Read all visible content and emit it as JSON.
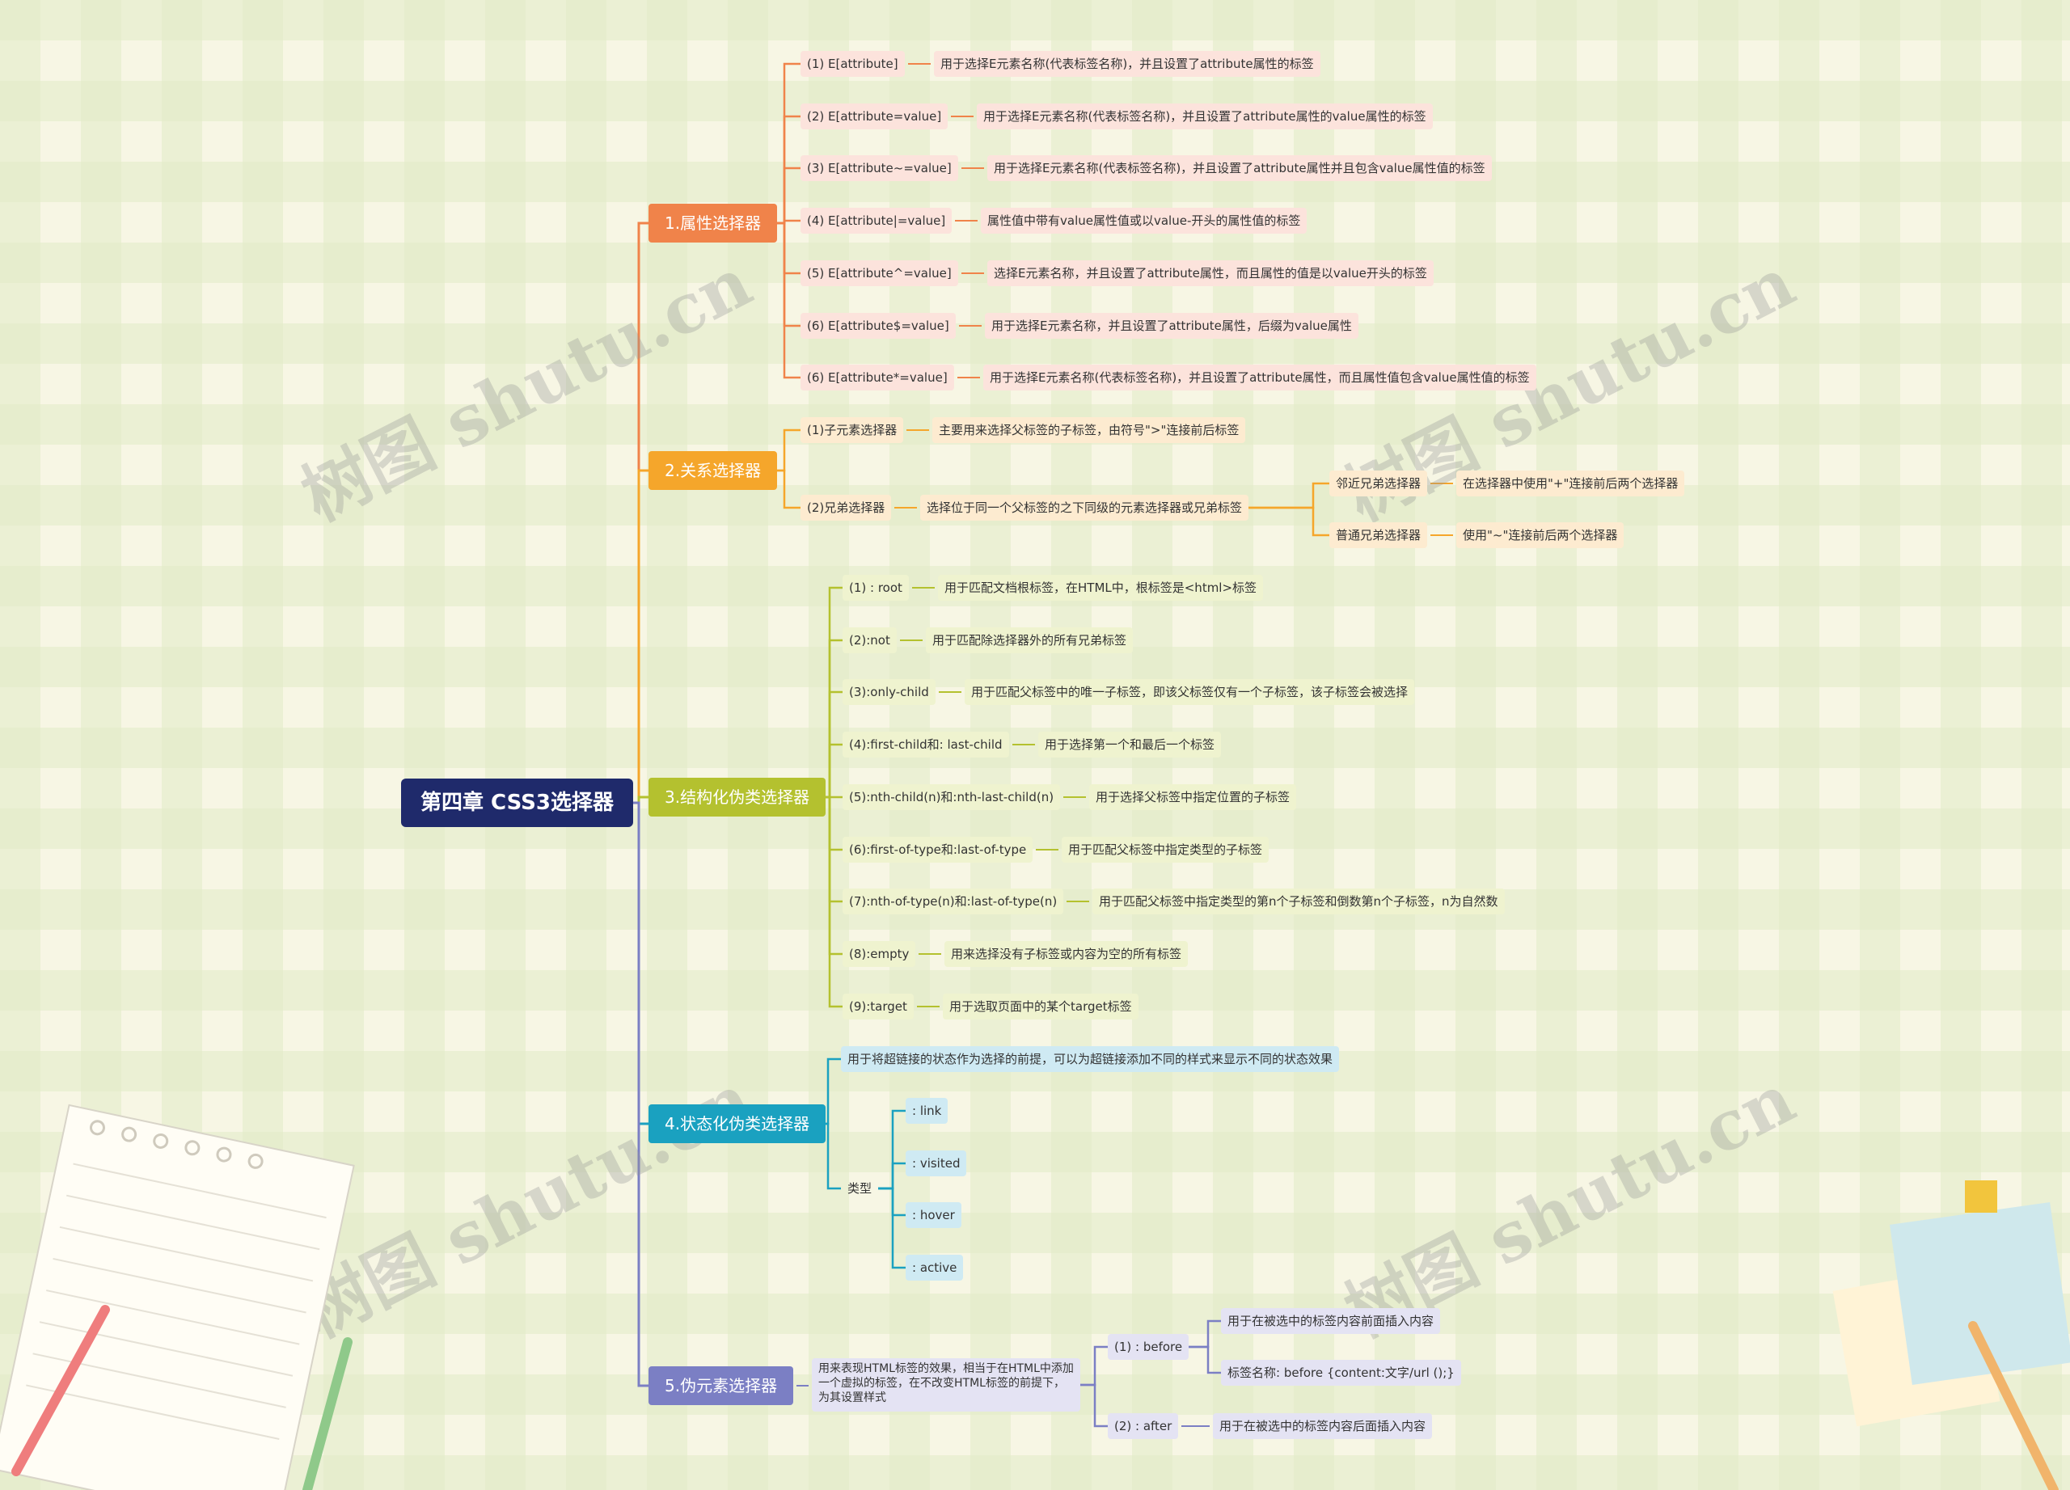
{
  "root": "第四章 CSS3选择器",
  "watermark": "树图 shutu.cn",
  "categories": [
    {
      "label": "1.属性选择器",
      "color": "#f0834a"
    },
    {
      "label": "2.关系选择器",
      "color": "#f5a62b"
    },
    {
      "label": "3.结构化伪类选择器",
      "color": "#b4c12f"
    },
    {
      "label": "4.状态化伪类选择器",
      "color": "#1aa1c0"
    },
    {
      "label": "5.伪元素选择器",
      "color": "#7b7fc4"
    }
  ],
  "attr": [
    {
      "k": "(1) E[attribute]",
      "v": "用于选择E元素名称(代表标签名称)，并且设置了attribute属性的标签"
    },
    {
      "k": "(2) E[attribute=value]",
      "v": "用于选择E元素名称(代表标签名称)，并且设置了attribute属性的value属性的标签"
    },
    {
      "k": "(3) E[attribute~=value]",
      "v": "用于选择E元素名称(代表标签名称)，并且设置了attribute属性并且包含value属性值的标签"
    },
    {
      "k": "(4) E[attribute|=value]",
      "v": "属性值中带有value属性值或以value-开头的属性值的标签"
    },
    {
      "k": "(5) E[attribute^=value]",
      "v": "选择E元素名称，并且设置了attribute属性，而且属性的值是以value开头的标签"
    },
    {
      "k": "(6) E[attribute$=value]",
      "v": "用于选择E元素名称，并且设置了attribute属性，后缀为value属性"
    },
    {
      "k": "(6) E[attribute*=value]",
      "v": "用于选择E元素名称(代表标签名称)，并且设置了attribute属性，而且属性值包含value属性值的标签"
    }
  ],
  "rel": {
    "child": {
      "k": "(1)子元素选择器",
      "v": "主要用来选择父标签的子标签，由符号\">\"连接前后标签"
    },
    "sibling": {
      "k": "(2)兄弟选择器",
      "v": "选择位于同一个父标签的之下同级的元素选择器或兄弟标签"
    },
    "sub": [
      {
        "k": "邻近兄弟选择器",
        "v": "在选择器中使用\"+\"连接前后两个选择器"
      },
      {
        "k": "普通兄弟选择器",
        "v": "使用\"~\"连接前后两个选择器"
      }
    ]
  },
  "struct": [
    {
      "k": "(1) : root",
      "v": "用于匹配文档根标签，在HTML中，根标签是<html>标签"
    },
    {
      "k": "(2):not",
      "v": "用于匹配除选择器外的所有兄弟标签"
    },
    {
      "k": "(3):only-child",
      "v": "用于匹配父标签中的唯一子标签，即该父标签仅有一个子标签，该子标签会被选择"
    },
    {
      "k": "(4):first-child和: last-child",
      "v": "用于选择第一个和最后一个标签"
    },
    {
      "k": "(5):nth-child(n)和:nth-last-child(n)",
      "v": "用于选择父标签中指定位置的子标签"
    },
    {
      "k": "(6):first-of-type和:last-of-type",
      "v": "用于匹配父标签中指定类型的子标签"
    },
    {
      "k": "(7):nth-of-type(n)和:last-of-type(n)",
      "v": "用于匹配父标签中指定类型的第n个子标签和倒数第n个子标签，n为自然数"
    },
    {
      "k": "(8):empty",
      "v": "用来选择没有子标签或内容为空的所有标签"
    },
    {
      "k": "(9):target",
      "v": "用于选取页面中的某个target标签"
    }
  ],
  "state": {
    "desc": "用于将超链接的状态作为选择的前提，可以为超链接添加不同的样式来显示不同的状态效果",
    "types_label": "类型",
    "types": [
      ": link",
      ": visited",
      ": hover",
      ": active"
    ]
  },
  "pseudo": {
    "desc": "用来表现HTML标签的效果，相当于在HTML中添加一个虚拟的标签，在不改变HTML标签的前提下，为其设置样式",
    "before": {
      "k": "(1) : before",
      "v1": "用于在被选中的标签内容前面插入内容",
      "v2": "标签名称: before {content:文字/url ();}"
    },
    "after": {
      "k": "(2) : after",
      "v": "用于在被选中的标签内容后面插入内容"
    }
  },
  "colors": {
    "bg": "#f7f6e4",
    "check": "#e2ebc7",
    "attr_bg": "#fce3dc",
    "rel_bg": "#fdebd0",
    "struct_bg": "#eff3cf",
    "state_bg": "#cfeaf3",
    "pseudo_bg": "#e4e3f3"
  }
}
